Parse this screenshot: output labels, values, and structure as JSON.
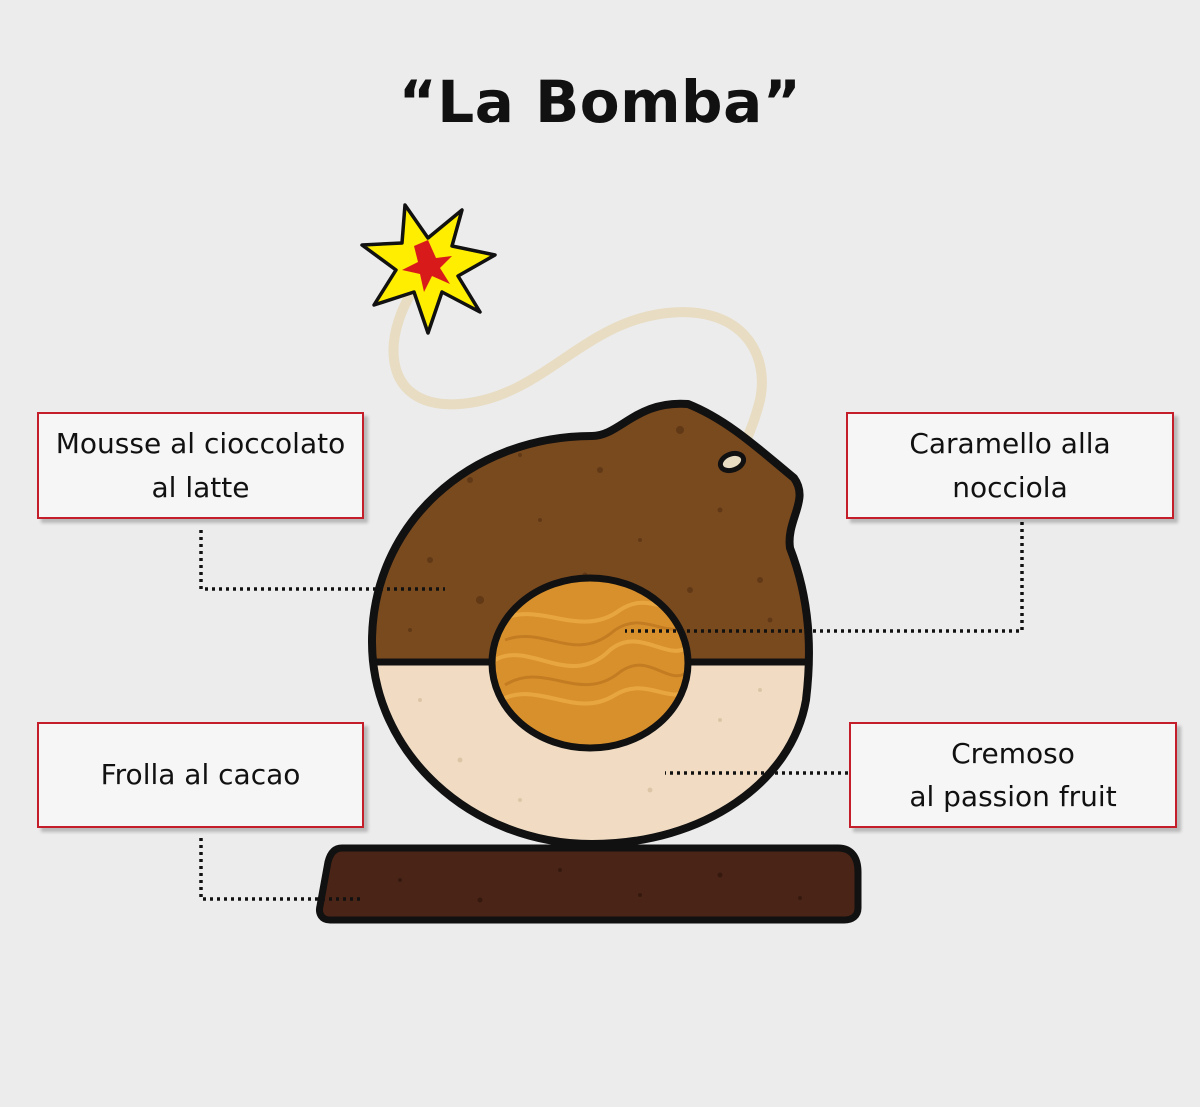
{
  "title": "“La Bomba”",
  "labels": {
    "mousse": "Mousse al cioccolato\nal latte",
    "caramello": "Caramello alla\nnocciola",
    "frolla": "Frolla al cacao",
    "cremoso": "Cremoso\nal passion fruit"
  },
  "colors": {
    "background": "#ececec",
    "label_border": "#c41e2a",
    "mousse": "#7a4a1f",
    "cremoso": "#f1dcc3",
    "caramello": "#d8902d",
    "frolla": "#4a2416",
    "fuse": "#e8dcc2",
    "spark_outer": "#ffee00",
    "spark_inner": "#d81a1a",
    "outline": "#111111"
  }
}
